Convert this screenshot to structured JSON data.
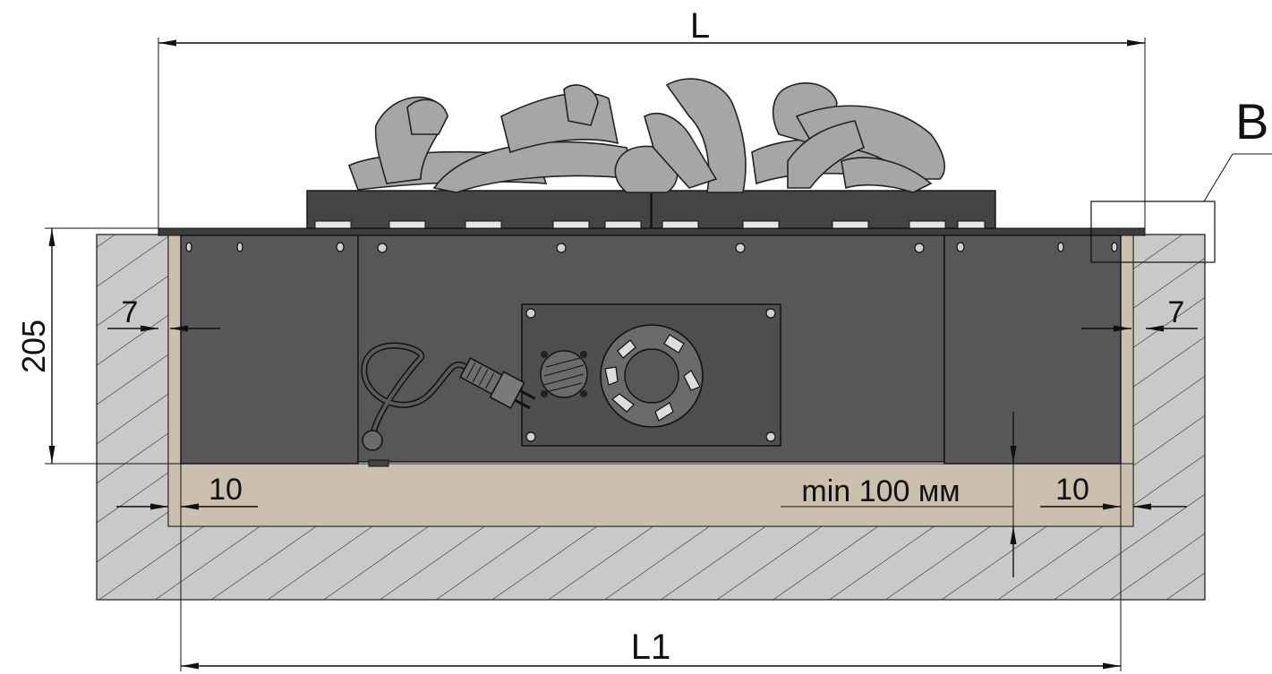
{
  "dimensions": {
    "overall_length_label": "L",
    "niche_length_label": "L1",
    "height_label": "205",
    "side_gap_left_label": "7",
    "side_gap_right_label": "7",
    "bottom_gap_left_label": "10",
    "bottom_gap_right_label": "10",
    "min_clearance_label": "min 100 мм"
  },
  "detail_callout": {
    "label": "B"
  },
  "colors": {
    "wall_hatch_fill": "#c9c9c9",
    "insulation_fill": "#cbbfad",
    "body_dark": "#575757",
    "body_top": "#3d3d3d",
    "logs": "#a6a6a6",
    "line": "#111111"
  }
}
